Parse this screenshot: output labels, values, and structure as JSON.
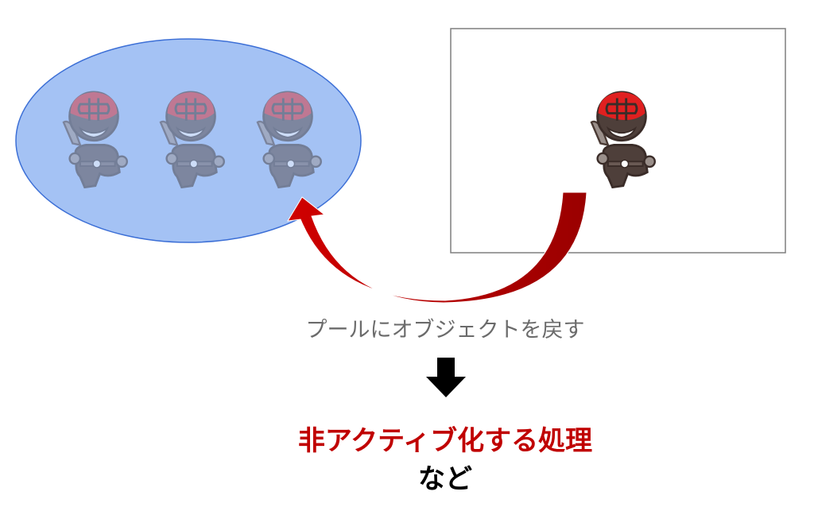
{
  "pool_label": "プールにオブジェクトを戻す",
  "result_label": "非アクティブ化する処理",
  "suffix_label": "など",
  "colors": {
    "pool_fill": "#a4c2f4",
    "pool_stroke": "#3c6fd6",
    "arrow": "#c00000",
    "mask": "#e02020"
  },
  "pooled_ninja_count": 3
}
